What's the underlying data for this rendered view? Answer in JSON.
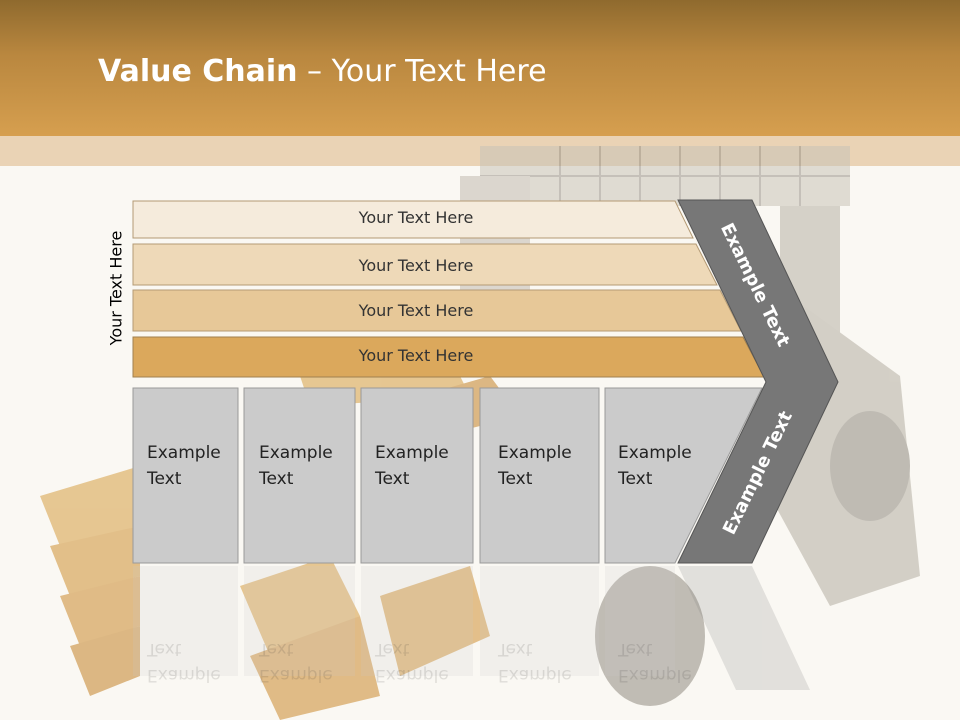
{
  "slide": {
    "title_bold": "Value Chain",
    "title_rest": " – Your Text Here",
    "vertical_label": "Your Text Here"
  },
  "support_rows": [
    {
      "label": "Your Text Here",
      "color": "#f5ebdc"
    },
    {
      "label": "Your Text Here",
      "color": "#eed9b8"
    },
    {
      "label": "Your Text Here",
      "color": "#e7c898"
    },
    {
      "label": "Your Text Here",
      "color": "#dba85c"
    }
  ],
  "primary_boxes": [
    {
      "line1": "Example",
      "line2": "Text"
    },
    {
      "line1": "Example",
      "line2": "Text"
    },
    {
      "line1": "Example",
      "line2": "Text"
    },
    {
      "line1": "Example",
      "line2": "Text"
    },
    {
      "line1": "Example",
      "line2": "Text"
    }
  ],
  "chevron": {
    "upper_text": "Example Text",
    "lower_text": "Example Text",
    "color": "#777777"
  },
  "colors": {
    "header": "#c8913f",
    "box_fill": "#cbcbcb",
    "box_stroke": "#9a9a9a"
  }
}
